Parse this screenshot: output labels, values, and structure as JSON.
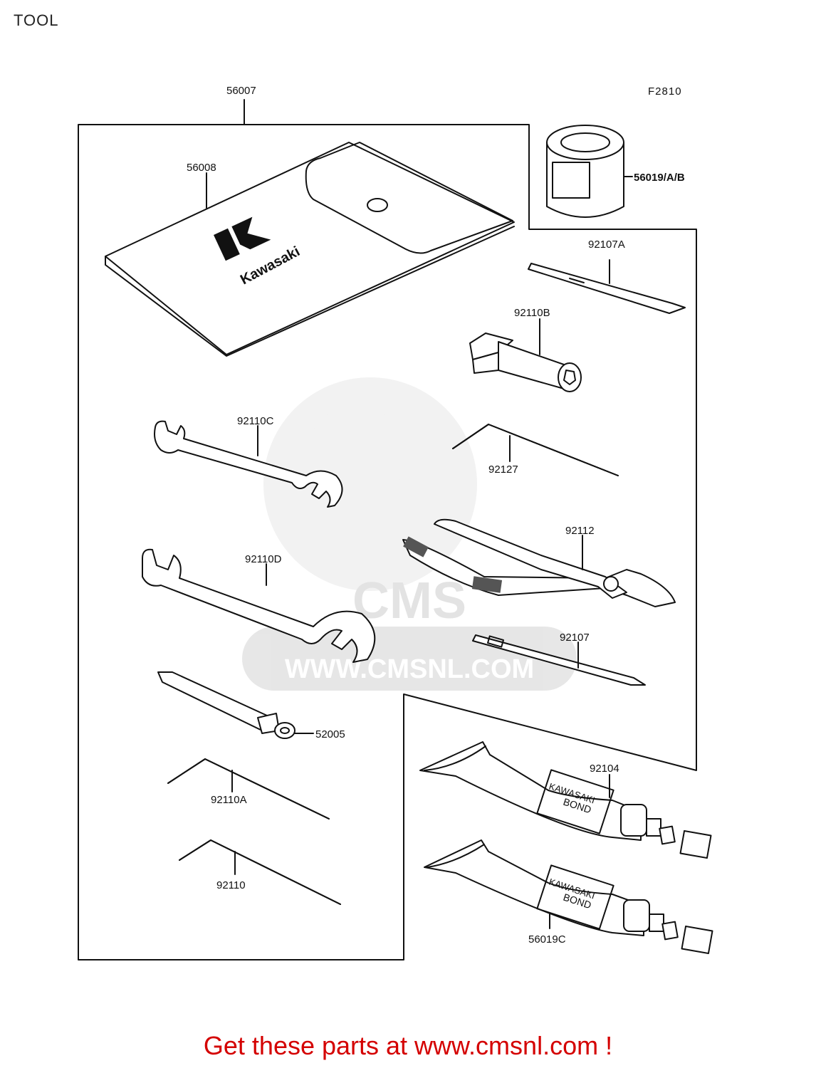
{
  "page": {
    "title": "TOOL",
    "footer": "Get these parts at www.cmsnl.com !"
  },
  "diagram": {
    "figure_code": "F2810",
    "watermark": "WWW.CMSNL.COM",
    "watermark_logo": "CMS",
    "bag_brand": "Kawasaki",
    "tube_label_line1": "KAWASAKI",
    "tube_label_line2": "BOND",
    "parts": [
      {
        "id": "p56007",
        "number": "56007",
        "item": "tool-kit-group"
      },
      {
        "id": "p56008",
        "number": "56008",
        "item": "tool-bag"
      },
      {
        "id": "p56019AB",
        "number": "56019/A/B",
        "item": "grease-can"
      },
      {
        "id": "p92107A",
        "number": "92107A",
        "item": "screwdriver-shaft"
      },
      {
        "id": "p92110B",
        "number": "92110B",
        "item": "socket-wrench"
      },
      {
        "id": "p92110C",
        "number": "92110C",
        "item": "open-end-wrench-small"
      },
      {
        "id": "p92127",
        "number": "92127",
        "item": "hex-key"
      },
      {
        "id": "p92112",
        "number": "92112",
        "item": "pliers"
      },
      {
        "id": "p92110D",
        "number": "92110D",
        "item": "open-end-wrench-large"
      },
      {
        "id": "p92107",
        "number": "92107",
        "item": "screwdriver-bit"
      },
      {
        "id": "p52005",
        "number": "52005",
        "item": "spoke-wrench"
      },
      {
        "id": "p92104",
        "number": "92104",
        "item": "bond-tube"
      },
      {
        "id": "p92110A",
        "number": "92110A",
        "item": "hex-key-a"
      },
      {
        "id": "p92110",
        "number": "92110",
        "item": "hex-key-b"
      },
      {
        "id": "p56019C",
        "number": "56019C",
        "item": "bond-tube-c"
      }
    ]
  }
}
